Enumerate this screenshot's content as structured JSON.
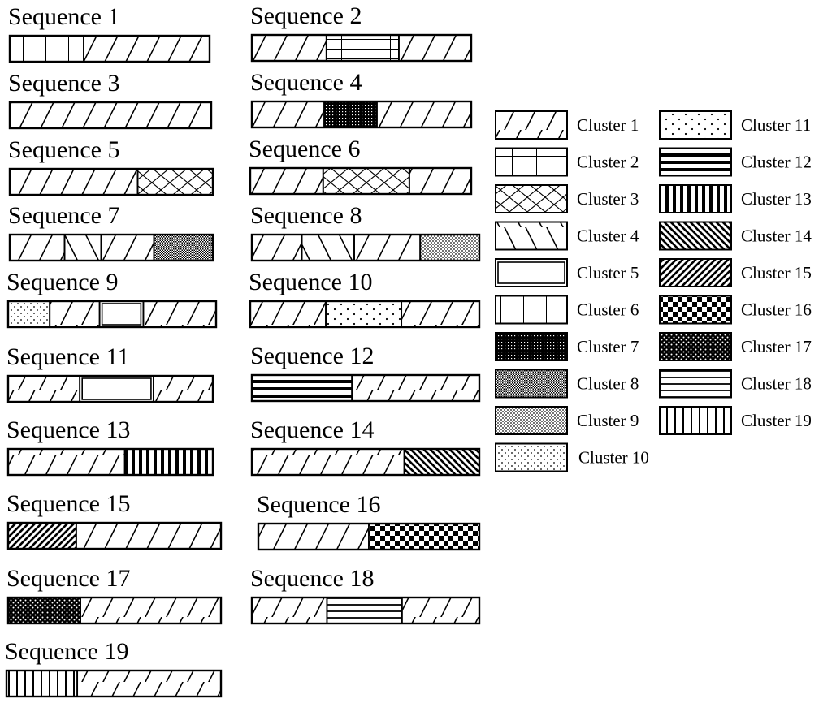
{
  "clusters": [
    {
      "id": 1,
      "label": "Cluster 1",
      "pattern": "diag-right-sparse"
    },
    {
      "id": 2,
      "label": "Cluster 2",
      "pattern": "grid"
    },
    {
      "id": 3,
      "label": "Cluster 3",
      "pattern": "diamond-lattice"
    },
    {
      "id": 4,
      "label": "Cluster 4",
      "pattern": "diag-left-sparse"
    },
    {
      "id": 5,
      "label": "Cluster 5",
      "pattern": "double-horizontal-line"
    },
    {
      "id": 6,
      "label": "Cluster 6",
      "pattern": "vertical-sparse"
    },
    {
      "id": 7,
      "label": "Cluster 7",
      "pattern": "dense-dark-dots"
    },
    {
      "id": 8,
      "label": "Cluster 8",
      "pattern": "fine-checker"
    },
    {
      "id": 9,
      "label": "Cluster 9",
      "pattern": "dense-dots"
    },
    {
      "id": 10,
      "label": "Cluster 10",
      "pattern": "medium-dots"
    },
    {
      "id": 11,
      "label": "Cluster 11",
      "pattern": "sparse-dots"
    },
    {
      "id": 12,
      "label": "Cluster 12",
      "pattern": "thick-horizontal"
    },
    {
      "id": 13,
      "label": "Cluster 13",
      "pattern": "thick-vertical"
    },
    {
      "id": 14,
      "label": "Cluster 14",
      "pattern": "diag-left-dense"
    },
    {
      "id": 15,
      "label": "Cluster 15",
      "pattern": "diag-right-dense"
    },
    {
      "id": 16,
      "label": "Cluster 16",
      "pattern": "checkerboard"
    },
    {
      "id": 17,
      "label": "Cluster 17",
      "pattern": "dark-dotted"
    },
    {
      "id": 18,
      "label": "Cluster 18",
      "pattern": "horizontal-lines"
    },
    {
      "id": 19,
      "label": "Cluster 19",
      "pattern": "vertical-lines"
    }
  ],
  "sequences": [
    {
      "label": "Sequence 1",
      "segments": [
        {
          "cluster": 6,
          "fraction": 0.37
        },
        {
          "cluster": 1,
          "fraction": 0.63
        }
      ]
    },
    {
      "label": "Sequence 2",
      "segments": [
        {
          "cluster": 1,
          "fraction": 0.34
        },
        {
          "cluster": 2,
          "fraction": 0.33
        },
        {
          "cluster": 1,
          "fraction": 0.33
        }
      ]
    },
    {
      "label": "Sequence 3",
      "segments": [
        {
          "cluster": 1,
          "fraction": 1.0
        }
      ]
    },
    {
      "label": "Sequence 4",
      "segments": [
        {
          "cluster": 1,
          "fraction": 0.33
        },
        {
          "cluster": 7,
          "fraction": 0.24
        },
        {
          "cluster": 1,
          "fraction": 0.43
        }
      ]
    },
    {
      "label": "Sequence 5",
      "segments": [
        {
          "cluster": 1,
          "fraction": 0.63
        },
        {
          "cluster": 3,
          "fraction": 0.37
        }
      ]
    },
    {
      "label": "Sequence 6",
      "segments": [
        {
          "cluster": 1,
          "fraction": 0.33
        },
        {
          "cluster": 3,
          "fraction": 0.39
        },
        {
          "cluster": 1,
          "fraction": 0.28
        }
      ]
    },
    {
      "label": "Sequence 7",
      "segments": [
        {
          "cluster": 1,
          "fraction": 0.27
        },
        {
          "cluster": 4,
          "fraction": 0.18
        },
        {
          "cluster": 1,
          "fraction": 0.26
        },
        {
          "cluster": 8,
          "fraction": 0.29
        }
      ]
    },
    {
      "label": "Sequence 8",
      "segments": [
        {
          "cluster": 1,
          "fraction": 0.22
        },
        {
          "cluster": 4,
          "fraction": 0.23
        },
        {
          "cluster": 1,
          "fraction": 0.29
        },
        {
          "cluster": 9,
          "fraction": 0.26
        }
      ]
    },
    {
      "label": "Sequence 9",
      "segments": [
        {
          "cluster": 10,
          "fraction": 0.2
        },
        {
          "cluster": 1,
          "fraction": 0.24
        },
        {
          "cluster": 5,
          "fraction": 0.21
        },
        {
          "cluster": 1,
          "fraction": 0.35
        }
      ]
    },
    {
      "label": "Sequence 10",
      "segments": [
        {
          "cluster": 1,
          "fraction": 0.33
        },
        {
          "cluster": 11,
          "fraction": 0.33
        },
        {
          "cluster": 1,
          "fraction": 0.34
        }
      ]
    },
    {
      "label": "Sequence 11",
      "segments": [
        {
          "cluster": 1,
          "fraction": 0.35
        },
        {
          "cluster": 5,
          "fraction": 0.36
        },
        {
          "cluster": 1,
          "fraction": 0.29
        }
      ]
    },
    {
      "label": "Sequence 12",
      "segments": [
        {
          "cluster": 12,
          "fraction": 0.44
        },
        {
          "cluster": 1,
          "fraction": 0.56
        }
      ]
    },
    {
      "label": "Sequence 13",
      "segments": [
        {
          "cluster": 1,
          "fraction": 0.57
        },
        {
          "cluster": 13,
          "fraction": 0.43
        }
      ]
    },
    {
      "label": "Sequence 14",
      "segments": [
        {
          "cluster": 1,
          "fraction": 0.67
        },
        {
          "cluster": 14,
          "fraction": 0.33
        }
      ]
    },
    {
      "label": "Sequence 15",
      "segments": [
        {
          "cluster": 15,
          "fraction": 0.32
        },
        {
          "cluster": 1,
          "fraction": 0.68
        }
      ]
    },
    {
      "label": "Sequence 16",
      "segments": [
        {
          "cluster": 1,
          "fraction": 0.5
        },
        {
          "cluster": 16,
          "fraction": 0.5
        }
      ]
    },
    {
      "label": "Sequence 17",
      "segments": [
        {
          "cluster": 17,
          "fraction": 0.34
        },
        {
          "cluster": 1,
          "fraction": 0.66
        }
      ]
    },
    {
      "label": "Sequence 18",
      "segments": [
        {
          "cluster": 1,
          "fraction": 0.33
        },
        {
          "cluster": 18,
          "fraction": 0.33
        },
        {
          "cluster": 1,
          "fraction": 0.34
        }
      ]
    },
    {
      "label": "Sequence 19",
      "segments": [
        {
          "cluster": 19,
          "fraction": 0.33
        },
        {
          "cluster": 1,
          "fraction": 0.67
        }
      ]
    }
  ]
}
